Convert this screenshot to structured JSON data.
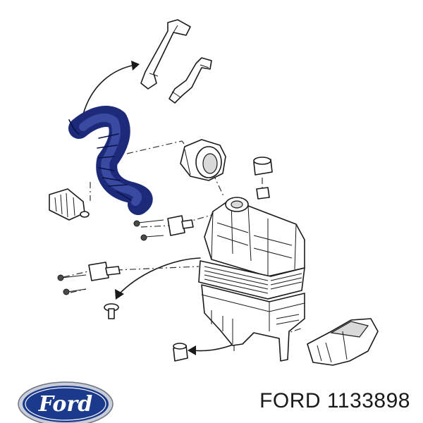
{
  "caption": {
    "brand": "FORD",
    "part_number": "1133898"
  },
  "logo": {
    "text": "Ford",
    "oval_color": "#1b3a8c",
    "rim_color": "#c9ced8",
    "text_color": "#ffffff"
  },
  "highlight_color": "#1d2a7a",
  "icons": [
    "ford-logo-icon"
  ]
}
